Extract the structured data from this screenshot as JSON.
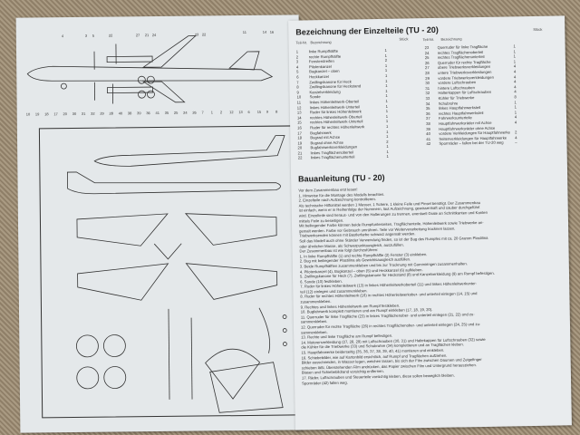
{
  "parts_list": {
    "title": "Bezeichnung der Einzelteile (TU - 20)",
    "col_part_no": "Teil-Nr.",
    "col_name": "Bezeichnung",
    "col_qty": "Stück",
    "left": [
      {
        "no": "1",
        "name": "linke Rumpfhälfte",
        "qty": "1"
      },
      {
        "no": "2",
        "name": "rechte Rumpfhälfte",
        "qty": "1"
      },
      {
        "no": "3",
        "name": "Fensterstreifen",
        "qty": "2"
      },
      {
        "no": "4",
        "name": "Pilotenkanzel",
        "qty": "1"
      },
      {
        "no": "5",
        "name": "Bugkanzel – oben",
        "qty": "1"
      },
      {
        "no": "6",
        "name": "Heckkanzel",
        "qty": "1"
      },
      {
        "no": "7",
        "name": "Zwillingskanone für Heck",
        "qty": "1"
      },
      {
        "no": "8",
        "name": "Zwillingskanone für Heckstand",
        "qty": "1"
      },
      {
        "no": "9",
        "name": "Kanzelverkleidung",
        "qty": "1"
      },
      {
        "no": "10",
        "name": "Sonde",
        "qty": "1"
      },
      {
        "no": "11",
        "name": "linkes Höhenleitwerk-Oberteil",
        "qty": "1"
      },
      {
        "no": "12",
        "name": "linkes Höhenleitwerk-Unterteil",
        "qty": "1"
      },
      {
        "no": "13",
        "name": "Ruder für linkes Höhenleitwerk",
        "qty": "1"
      },
      {
        "no": "14",
        "name": "rechtes Höhenleitwerk-Oberteil",
        "qty": "1"
      },
      {
        "no": "15",
        "name": "rechtes Höhenleitwerk-Unterteil",
        "qty": "1"
      },
      {
        "no": "16",
        "name": "Ruder für rechtes Höhenleitwerk",
        "qty": "1"
      },
      {
        "no": "17",
        "name": "Bugfahrwerk",
        "qty": "1"
      },
      {
        "no": "18",
        "name": "Bugrad mit Achse",
        "qty": "1"
      },
      {
        "no": "19",
        "name": "Bugrad ohne Achse",
        "qty": "2"
      },
      {
        "no": "20",
        "name": "Bugfahrwerksverkleidungen",
        "qty": "1"
      },
      {
        "no": "21",
        "name": "linkes Tragflächenoberteil",
        "qty": "1"
      },
      {
        "no": "22",
        "name": "linkes Tragflächenunterteil",
        "qty": "1"
      }
    ],
    "right": [
      {
        "no": "23",
        "name": "Querruder für linke Tragfläche",
        "qty": "1"
      },
      {
        "no": "24",
        "name": "rechtes Tragflächenoberteil",
        "qty": "1"
      },
      {
        "no": "25",
        "name": "rechtes Tragflächenunterteil",
        "qty": "1"
      },
      {
        "no": "26",
        "name": "Querruder für rechte Tragfläche",
        "qty": "1"
      },
      {
        "no": "27",
        "name": "obere Triebwerksverkleidungen",
        "qty": "4"
      },
      {
        "no": "28",
        "name": "untere Triebwerksverkleidungen",
        "qty": "4"
      },
      {
        "no": "29",
        "name": "vordere Triebwerksverkleidungen",
        "qty": "4"
      },
      {
        "no": "30",
        "name": "vordere Luftschrauben",
        "qty": "4"
      },
      {
        "no": "31",
        "name": "hintere Luftschrauben",
        "qty": "4"
      },
      {
        "no": "32",
        "name": "Halterkappen für Luftschrauben",
        "qty": "4"
      },
      {
        "no": "33",
        "name": "Kühler für Triebwerke",
        "qty": "8"
      },
      {
        "no": "34",
        "name": "Schubrohre",
        "qty": "1"
      },
      {
        "no": "35",
        "name": "linkes Hauptfahrwerksteil",
        "qty": "1"
      },
      {
        "no": "36",
        "name": "rechtes Hauptfahrwerksteil",
        "qty": "1"
      },
      {
        "no": "37",
        "name": "Fahrwerksunterteile",
        "qty": "4"
      },
      {
        "no": "38",
        "name": "Hauptfahrwerksräder mit Achse",
        "qty": "4"
      },
      {
        "no": "39",
        "name": "Hauptfahrwerksräder ohne Achse",
        "qty": ""
      },
      {
        "no": "40",
        "name": "vordere Verkleidungen für Hauptfahrwerke",
        "qty": "2"
      },
      {
        "no": "41",
        "name": "Seitenverkleidungen für Hauptfahrwerke",
        "qty": "4"
      },
      {
        "no": "42",
        "name": "Spornräder – fallen bei der TU-20 weg",
        "qty": "–"
      }
    ]
  },
  "instructions": {
    "title": "Bauanleitung (TU - 20)",
    "lines": [
      "Vor dem Zusammenbau erst lesen!",
      "1. Hinweise für die Montage des Modells beachten.",
      "2. Einzelteile nach Aufzeichnung kontrollieren.",
      "Als technische Hilfsmittel werden 1 Messer, 1 Schere, 1 kleine Feile und Pinsel benötigt. Der Zusammenbau",
      "ist einfach, wenn er in Reihenfolge der Nummern, laut Aufzeichnung, gewissenhaft und sauber durchgeführt",
      "wird. Einzelteile sind heraus- und von den Halterungen zu trennen, eventuell Grate an Schnittkanten und Kanten",
      "mittels Feile zu beseitigen.",
      "Mit beiliegender Farbe können beide Rumpfunterseiten, Tragflächenteile, Höhenleitwerk sowie Triebwerke an-",
      "gemalt werden. Farbe vor Gebrauch umrühren. Teile vor Weiterverarbeitung trocknen lassen.",
      "Triebwerksenden können mit Bastlerfarbe schwarz angemalt werden.",
      "Soll das Modell auch ohne Ständer Verwendung finden, so ist der Bug des Rumpfes mit ca. 20 Gramm Plastilina",
      "oder ähnlicher Masse, als Schwerpunktausgleich, auszufüllen.",
      "Der Zusammenbau ist wie folgt durchzuführen:",
      "1. In linke Rumpfhälfte (1) und rechte Rumpfhälfte (2) Fenster (3) einkleben.",
      "2. Bug mit beiliegender Plastilina als Gewichtsausgleich ausfüllen.",
      "3. Beide Rumpfhälften zusammenkleben und bis zur Trocknung mit Gummiringen zusammenhalten.",
      "4. Pilotenkanzel (4), Bugkanzel – oben (5) und Heckkanzel (6) aufkleben.",
      "5. Zwillingskanone für Heck (7), Zwillingskanone für Heckstand (8) und Kanzelverkleidung (9) am Rumpf befestigen.",
      "6. Sonde (10) festkleben.",
      "7. Ruder für linkes Höhenleitwerk (13) in linkes Höhenleitwerkoberteil (11) und linkes Höhenleitwerkunter-",
      "teil (12) einlegen und zusammenkleben.",
      "8. Ruder für rechtes Höhenleitwerk (16) in rechtes Höhenleitwerkober- und unterteil einlegen (14, 15) und",
      "zusammenkleben.",
      "9. Rechtes und linkes Höhenleitwerk am Rumpf festkleben.",
      "10. Bugfahrwerk komplett montieren und am Rumpf einkleben (17, 18, 19, 20).",
      "11. Querruder für linke Tragfläche (23) in linkes Tragflächenober- und unterteil einlegen (21, 22) und zu-",
      "sammenkleben.",
      "12. Querruder für rechte Tragfläche (26) in rechtes Tragflächenober- und unterteil einlegen (24, 25) und zu-",
      "sammenkleben.",
      "13. Rechte und linke Tragfläche am Rumpf befestigen.",
      "14. Motorenverkleidung (27, 28, 29) mit Luftschrauben (30, 31) und Haltekappen für Luftschrauben (32) sowie",
      "die Kühler für die Triebwerke (33) und Schubrohre (34) komplettieren und an Tragflächen kleben.",
      "15. Hauptfahrwerke beiderseitig (35, 36, 37, 38, 39, 40, 41) montieren und einkleben.",
      "16. Schiebebilder, wie auf Kartonbild ersichtlich, auf Rumpf und Tragflächen aufziehen.",
      "Bilder ausschneiden, in Wasser legen, weichen lassen, bis sich der Film zwischen Daumen und Zeigefinger",
      "schieben läßt. Überstehenden Film andrücken, das Papier zwischen Film und Untergrund herausziehen.",
      "Blasen und Schiebebildrand vorsichtig entfernen.",
      "17. Räder, Luftschrauben und Steuerteile vorsichtig kleben, diese sollen beweglich bleiben.",
      "Spornräder (42) fallen weg."
    ]
  },
  "drawing_labels": {
    "top_callouts": [
      "4",
      "3",
      "5",
      "22",
      "27",
      "21",
      "24",
      "23",
      "22",
      "11",
      "14",
      "16"
    ],
    "bottom_callouts": [
      "10",
      "19",
      "18",
      "17",
      "20",
      "30",
      "31",
      "32",
      "29",
      "28",
      "40",
      "38",
      "39",
      "36",
      "41",
      "35",
      "25",
      "24",
      "26",
      "7",
      "1",
      "2",
      "12",
      "13",
      "6",
      "15",
      "9",
      "8"
    ]
  }
}
